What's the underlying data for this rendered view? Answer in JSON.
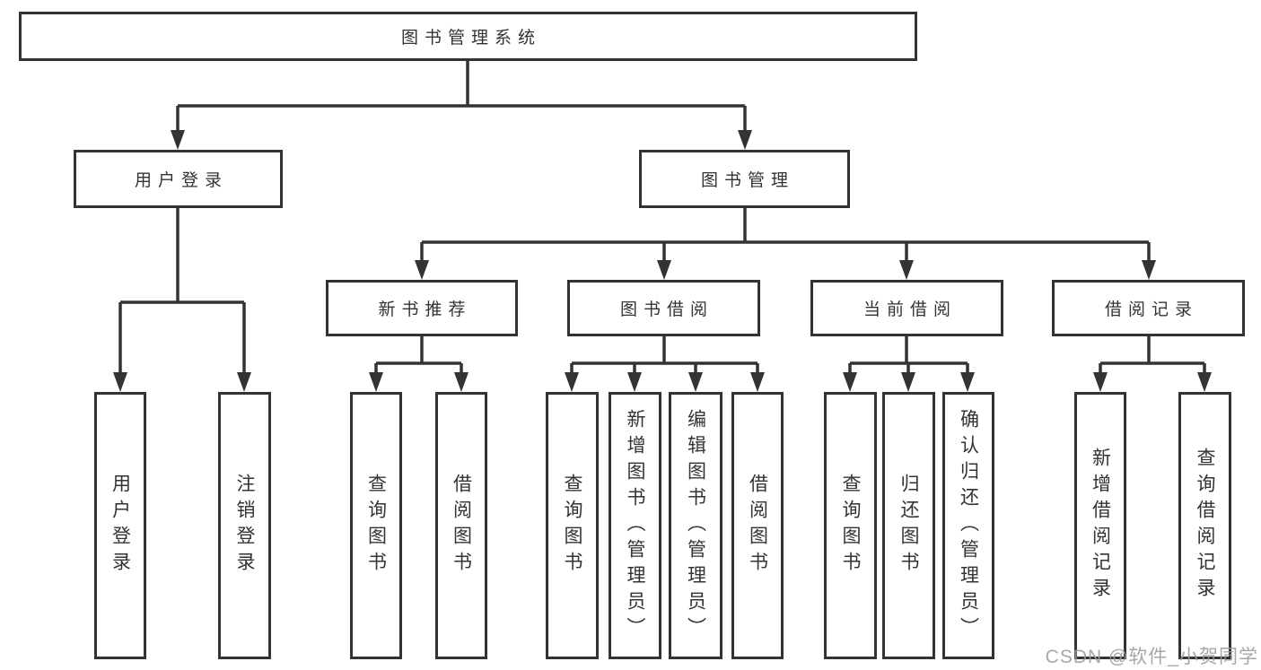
{
  "diagram": {
    "title": "图书管理系统",
    "level2": {
      "user_login": "用户登录",
      "book_management": "图书管理"
    },
    "level3": {
      "new_books": "新书推荐",
      "borrowing": "图书借阅",
      "current": "当前借阅",
      "records": "借阅记录"
    },
    "leaves": {
      "user_login_login": "用户登录",
      "user_login_logout": "注销登录",
      "new_books_query": "查询图书",
      "new_books_borrow": "借阅图书",
      "borrowing_query": "查询图书",
      "borrowing_add": "新增图书（管理员）",
      "borrowing_edit": "编辑图书（管理员）",
      "borrowing_borrow": "借阅图书",
      "current_query": "查询图书",
      "current_return": "归还图书",
      "current_confirm": "确认归还（管理员）",
      "records_add": "新增借阅记录",
      "records_query": "查询借阅记录"
    }
  },
  "watermark": "CSDN @软件_小贺同学",
  "colors": {
    "line": "#333333",
    "text": "#333333",
    "box_background": "#ffffff",
    "page_background": "#ffffff",
    "watermark": "#9b9b9b"
  }
}
